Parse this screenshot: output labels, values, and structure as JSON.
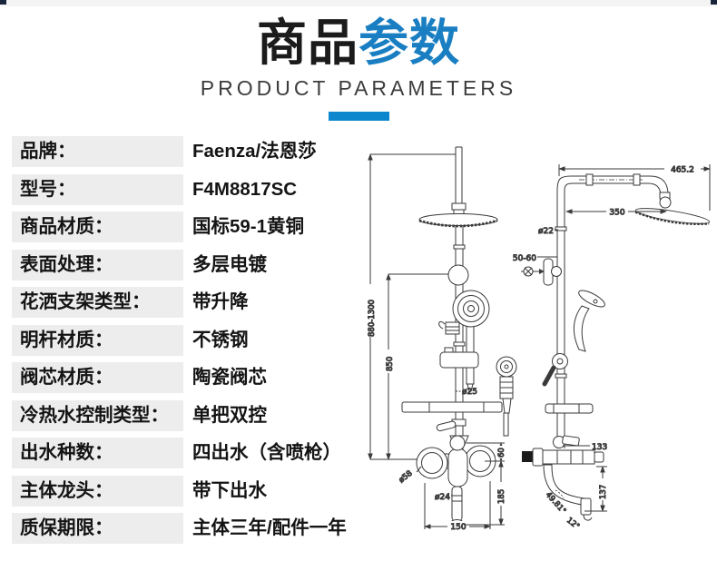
{
  "header": {
    "title_black": "商品",
    "title_blue": "参数",
    "subtitle": "PRODUCT PARAMETERS"
  },
  "colors": {
    "accent_blue": "#1a7fc2",
    "bar_blue": "#0c86cc",
    "label_cell_gray": "#ededed",
    "corner_navy": "#17243a"
  },
  "parameters": [
    {
      "label": "品牌：",
      "value": "Faenza/法恩莎"
    },
    {
      "label": "型号：",
      "value": "F4M8817SC"
    },
    {
      "label": "商品材质：",
      "value": "国标59-1黄铜"
    },
    {
      "label": "表面处理：",
      "value": "多层电镀"
    },
    {
      "label": "花洒支架类型：",
      "value": "带升降"
    },
    {
      "label": "明杆材质：",
      "value": "不锈钢"
    },
    {
      "label": "阀芯材质：",
      "value": "陶瓷阀芯"
    },
    {
      "label": "冷热水控制类型：",
      "value": "单把双控"
    },
    {
      "label": "出水种数：",
      "value": "四出水（含喷枪）"
    },
    {
      "label": "主体龙头：",
      "value": "带下出水"
    },
    {
      "label": "质保期限：",
      "value": "主体三年/配件一年"
    }
  ],
  "diagram": {
    "front": {
      "height_range": "880-1300",
      "upper_height": "850",
      "pipe_dia": "ø25",
      "escutcheon_dia": "ø58",
      "spout_dia": "ø24",
      "valve_width": "150",
      "spout_height": "185",
      "top_offset": "60"
    },
    "side": {
      "arm_length": "465.2",
      "head_reach": "350",
      "pipe_dia": "ø22",
      "bracket_range": "50-60",
      "body_length": "133",
      "spout_drop": "137",
      "spout_angle": "49.81°",
      "tip_angle": "12°"
    }
  }
}
